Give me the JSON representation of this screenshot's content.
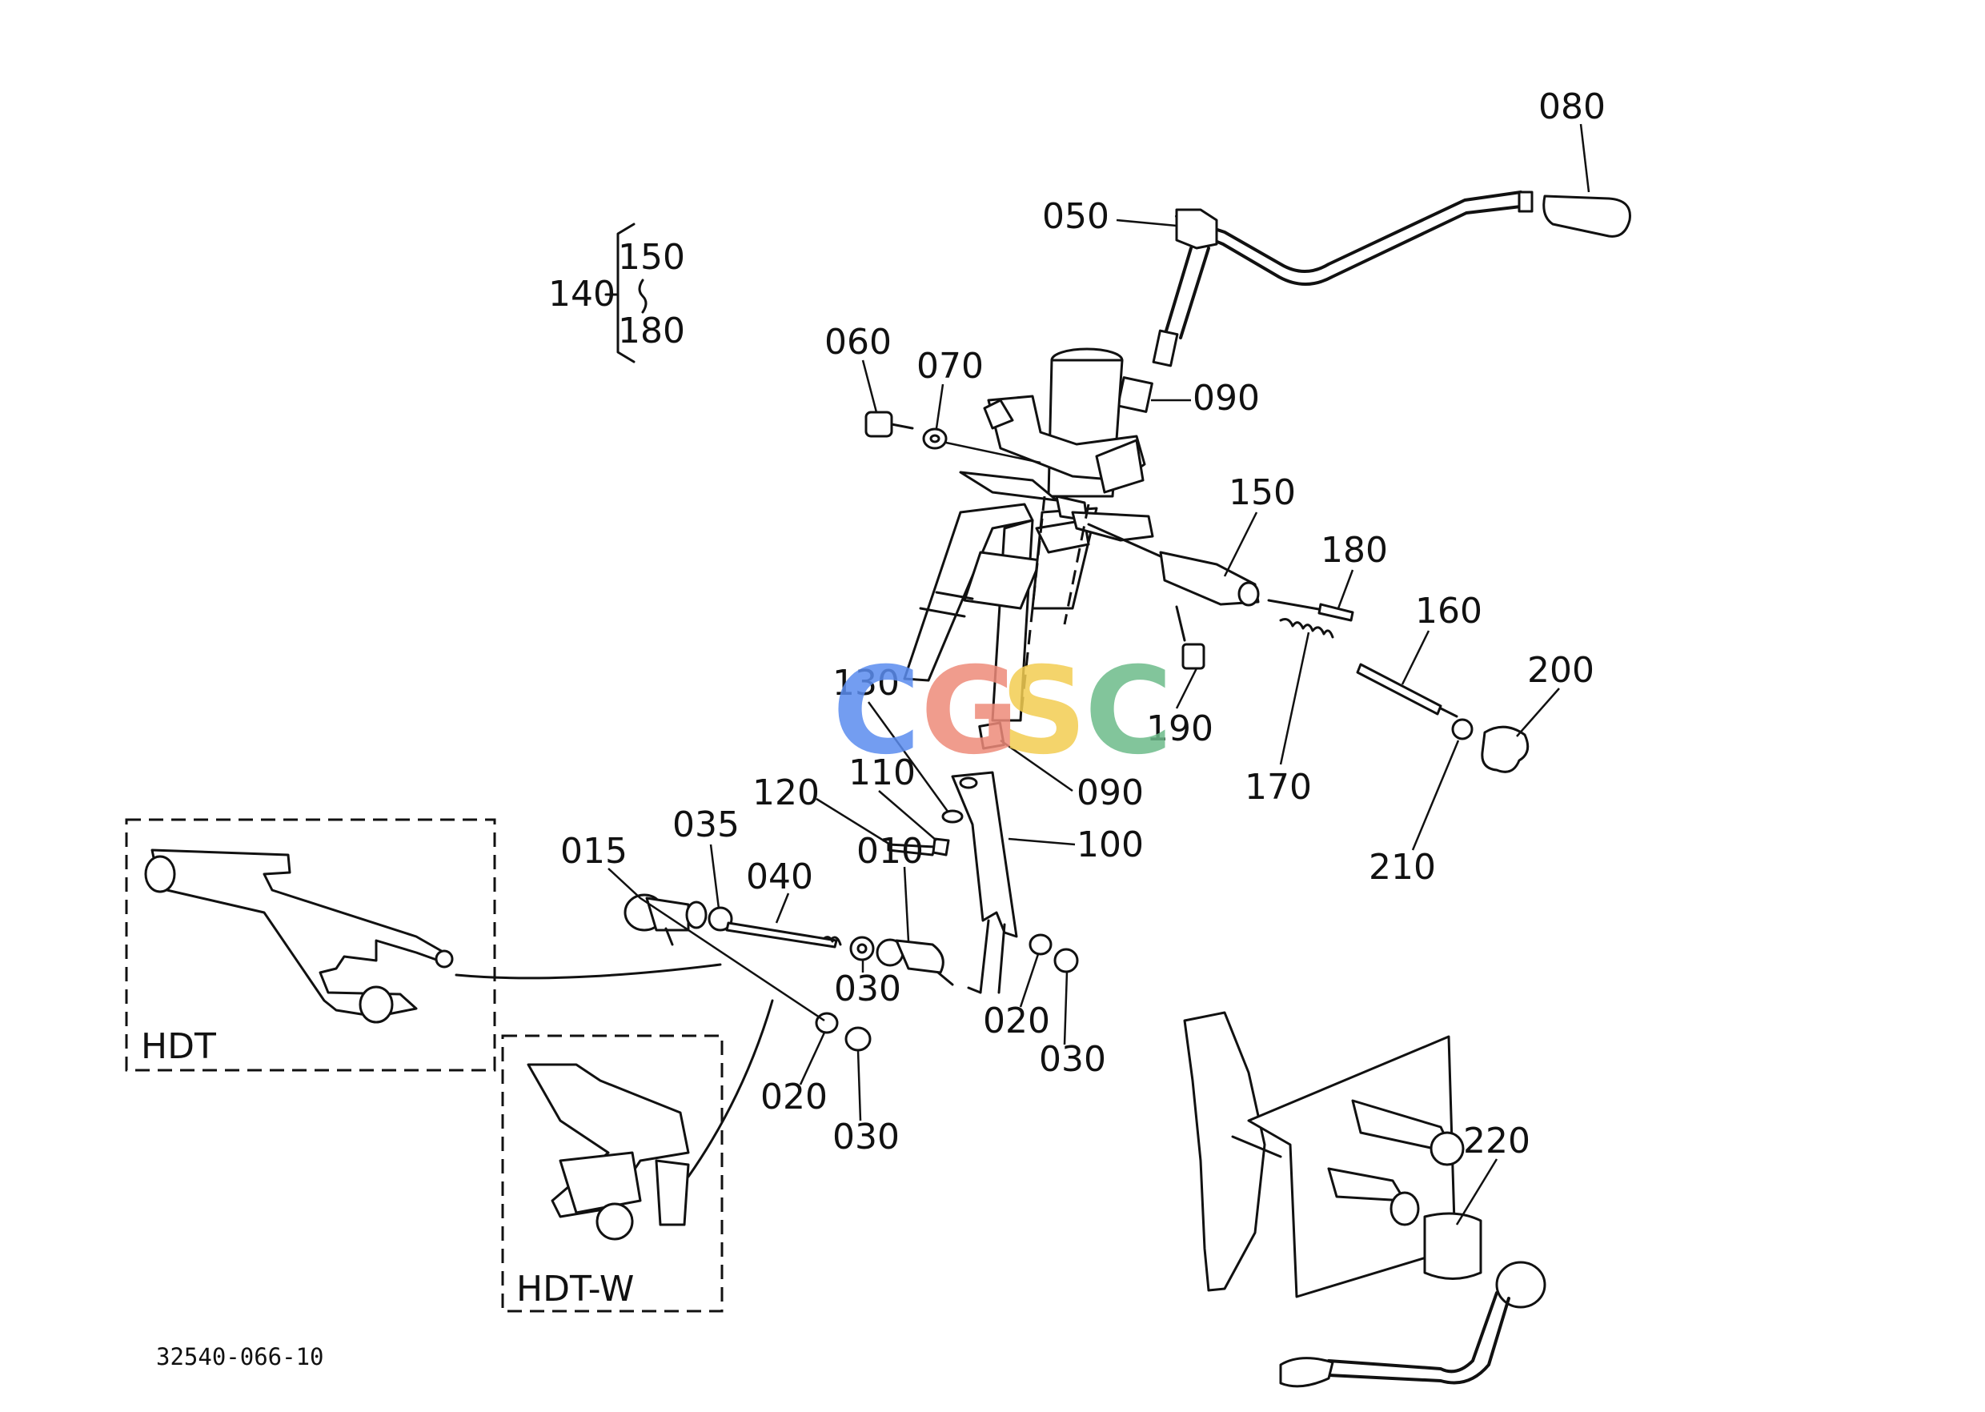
{
  "diagram": {
    "drawing_code": "32540-066-10",
    "group": {
      "id": "140",
      "range_from": "150",
      "range_to": "180"
    },
    "inset_labels": [
      "HDT",
      "HDT-W"
    ],
    "parts": [
      "010",
      "015",
      "020",
      "030",
      "035",
      "040",
      "050",
      "060",
      "070",
      "080",
      "090",
      "100",
      "110",
      "120",
      "130",
      "150",
      "160",
      "170",
      "180",
      "190",
      "200",
      "210",
      "220"
    ],
    "watermark": {
      "letters": [
        "C",
        "G",
        "S",
        "C"
      ],
      "colors": [
        "#5b8def",
        "#ee8b7a",
        "#f3cd52",
        "#6dbb8a"
      ]
    }
  }
}
